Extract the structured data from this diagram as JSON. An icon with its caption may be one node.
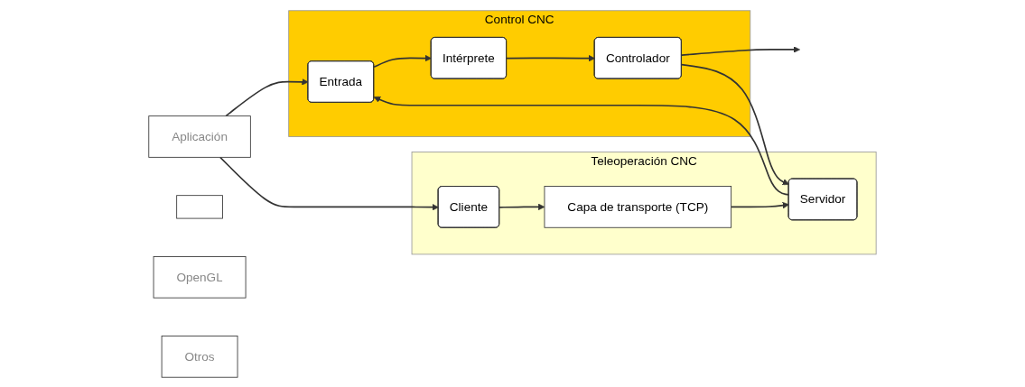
{
  "diagram": {
    "nodes": [
      {
        "text": [
          "Control CNC"
        ]
      },
      {
        "text": [
          "Aplicación"
        ]
      },
      {
        "text": [
          "Entrada"
        ],
        "in": 0
      },
      {
        "text": [
          "Intérprete"
        ],
        "in": 0
      },
      {
        "text": [
          "Controlador"
        ],
        "in": 0
      },
      {
        "text": [
          "Teleoperación CNC"
        ]
      },
      {
        "text": [
          "Cliente"
        ],
        "in": 5
      },
      {
        "text": [
          "Servidor"
        ],
        "in": 5
      },
      {
        "text": [
          "Capa de transporte (TCP)"
        ],
        "in": 5
      },
      {
        "text": [],
        "shape": "box"
      },
      {
        "text": [
          "OpenGL"
        ]
      },
      {
        "text": [
          "Otros"
        ]
      }
    ],
    "edges": [
      {
        "from": 1,
        "to": 2,
        "arrow": "to"
      },
      {
        "from": 2,
        "to": 3,
        "arrow": "to"
      },
      {
        "from": 3,
        "to": 4,
        "arrow": "to"
      },
      {
        "from": 4,
        "to": null,
        "arrow": "to"
      },
      {
        "from": 1,
        "to": 6,
        "arrow": "to"
      },
      {
        "from": 7,
        "to": 2,
        "arrow": "to"
      },
      {
        "from": 4,
        "to": 7,
        "arrow": "to"
      },
      {
        "from": 6,
        "to": 8,
        "arrow": "to"
      },
      {
        "from": 8,
        "to": 7,
        "arrow": "to"
      }
    ]
  }
}
